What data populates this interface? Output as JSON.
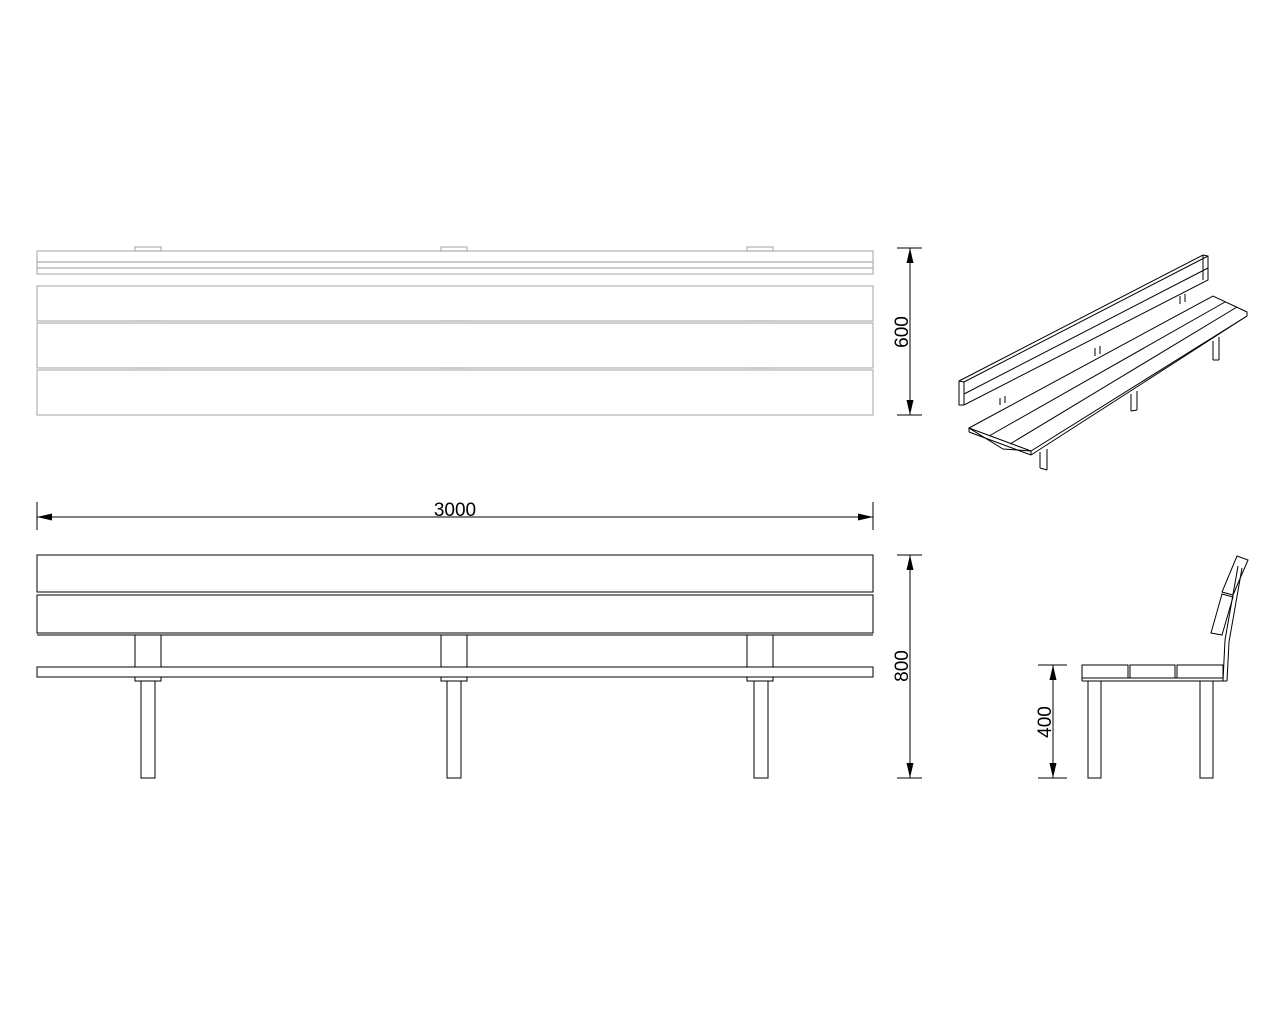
{
  "dimensions": {
    "length": "3000",
    "depth": "600",
    "overall_height": "800",
    "seat_height": "400"
  },
  "colors": {
    "line": "#000000",
    "plan_line": "#9a9a9a",
    "background": "#ffffff"
  }
}
